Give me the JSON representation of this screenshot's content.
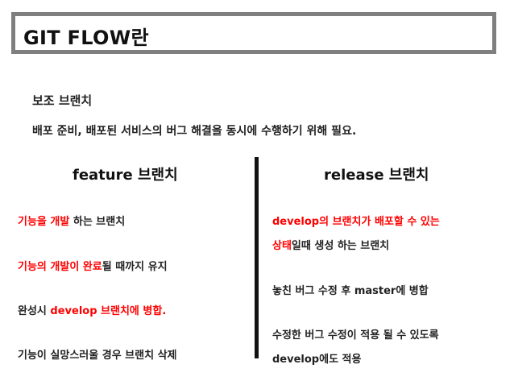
{
  "title": "GIT FLOW란",
  "sub_heading": "보조 브랜치",
  "sub_desc": "배포 준비, 배포된 서비스의 버그 해결을 동시에 수행하기 위해 필요.",
  "colors": {
    "accent_red": "#ff0000",
    "border_gray": "#7f7f7f",
    "divider": "#111111"
  },
  "feature": {
    "title": "feature 브랜치",
    "l1_red": "기능을 개발",
    "l1_rest": " 하는 브랜치",
    "l2_red": "기능의 개발이 완료",
    "l2_rest": "될 때까지 유지",
    "l3_pre": "완성시 ",
    "l3_red": "develop 브랜치에 병합.",
    "l4": "기능이 실망스러울 경우 브랜치 삭제"
  },
  "release": {
    "title": "release 브랜치",
    "l1_red": "develop의 브랜치가 배포할 수 있는",
    "l2_red": "상태",
    "l2_rest": "일때 생성 하는 브랜치",
    "l3": "놓친 버그 수정 후 master에 병합",
    "l4": "수정한 버그 수정이 적용 될 수 있도록",
    "l5": "develop에도 적용"
  }
}
